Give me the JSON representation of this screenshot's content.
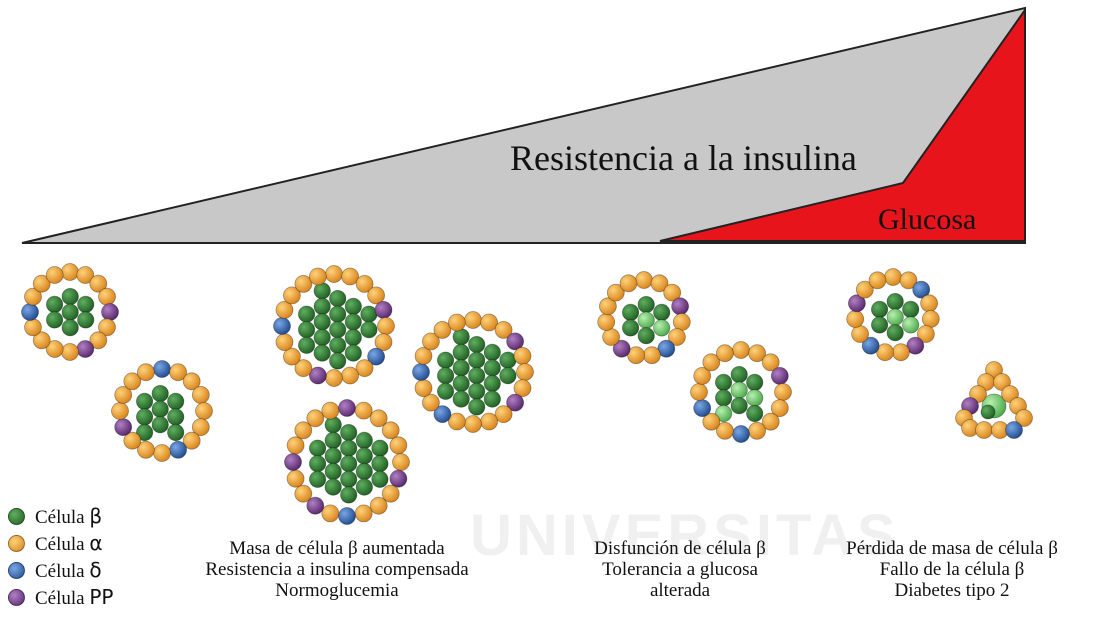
{
  "banner": {
    "resistance_label": "Resistencia a la insulina",
    "glucose_label": "Glucosa",
    "colors": {
      "resistance": "#c8c8c8",
      "glucose": "#e8141c"
    }
  },
  "legend": [
    {
      "prefix": "Célula ",
      "symbol": "β",
      "color": "#2e7d32"
    },
    {
      "prefix": "Célula ",
      "symbol": "α",
      "color": "#f0a030"
    },
    {
      "prefix": "Célula ",
      "symbol": "δ",
      "color": "#3a6cb5"
    },
    {
      "prefix": "Célula ",
      "symbol": "PP",
      "color": "#7b3f8c"
    }
  ],
  "stages": [
    {
      "lines": [
        "Masa de célula β aumentada",
        "Resistencia a insulina compensada",
        "Normoglucemia"
      ]
    },
    {
      "lines": [
        "Disfunción de célula β",
        "Tolerancia a glucosa",
        "alterada"
      ]
    },
    {
      "lines": [
        "Pérdida de masa de célula β",
        "Fallo de la célula β",
        "Diabetes tipo 2"
      ]
    }
  ],
  "watermark": "UNIVERSITAS",
  "colors": {
    "beta": "#2e7d32",
    "beta_pale": "#6cc06c",
    "alpha": "#f0a030",
    "delta": "#3a6cb5",
    "pp": "#7b3f8c"
  }
}
